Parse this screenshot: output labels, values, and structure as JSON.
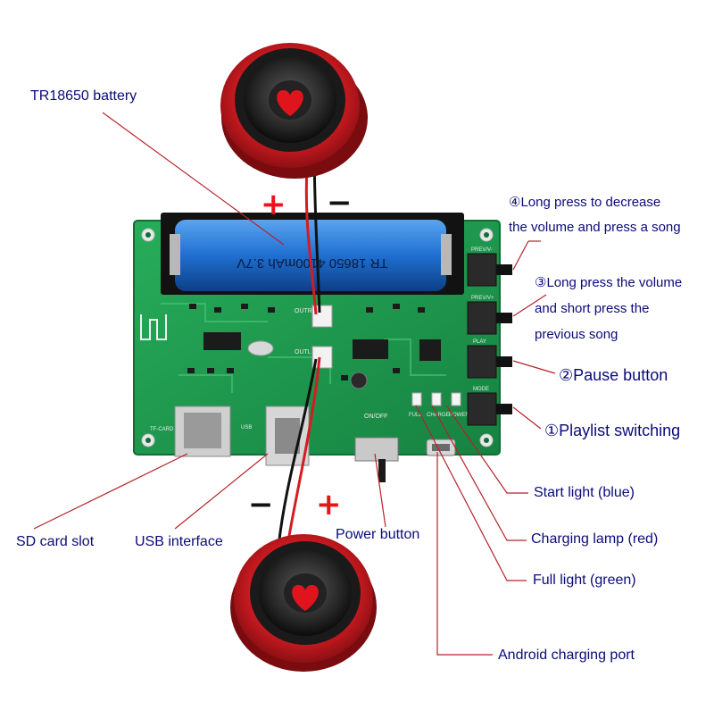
{
  "labels": {
    "battery": "TR18650 battery",
    "btn4_line1": "④Long press to decrease",
    "btn4_line2": "the volume and press a song",
    "btn3_line1": "③Long press the volume",
    "btn3_line2": "and short press the",
    "btn3_line3": "previous song",
    "btn2": "②Pause button",
    "btn1": "①Playlist switching",
    "start_light": "Start light (blue)",
    "charging_lamp": "Charging lamp (red)",
    "full_light": "Full light (green)",
    "android_port": "Android charging port",
    "sd_slot": "SD card slot",
    "usb": "USB interface",
    "power": "Power button"
  },
  "polarity": {
    "top_plus": "+",
    "top_minus": "−",
    "bottom_plus": "+",
    "bottom_minus": "−"
  },
  "board_text": {
    "battery_print": "TR 18650 4100mAh 3.7V",
    "tf_card": "TF-CARD",
    "usb": "USB",
    "onoff": "ON/OFF",
    "prev_v_minus": "PREV/V-",
    "prev_v_plus": "PREV/V+",
    "play": "PLAY",
    "mode": "MODE",
    "full": "FULL",
    "charge": "CHARGE",
    "power": "POWER",
    "outr": "OUTR",
    "outl": "OUTL"
  },
  "colors": {
    "pcb": "#1e9a4e",
    "pcb_dark": "#0f6e34",
    "battery": "#1f6fd0",
    "speaker_red": "#d41c22",
    "label_text": "#0a0a7a",
    "leader_line": "#b5232a"
  }
}
